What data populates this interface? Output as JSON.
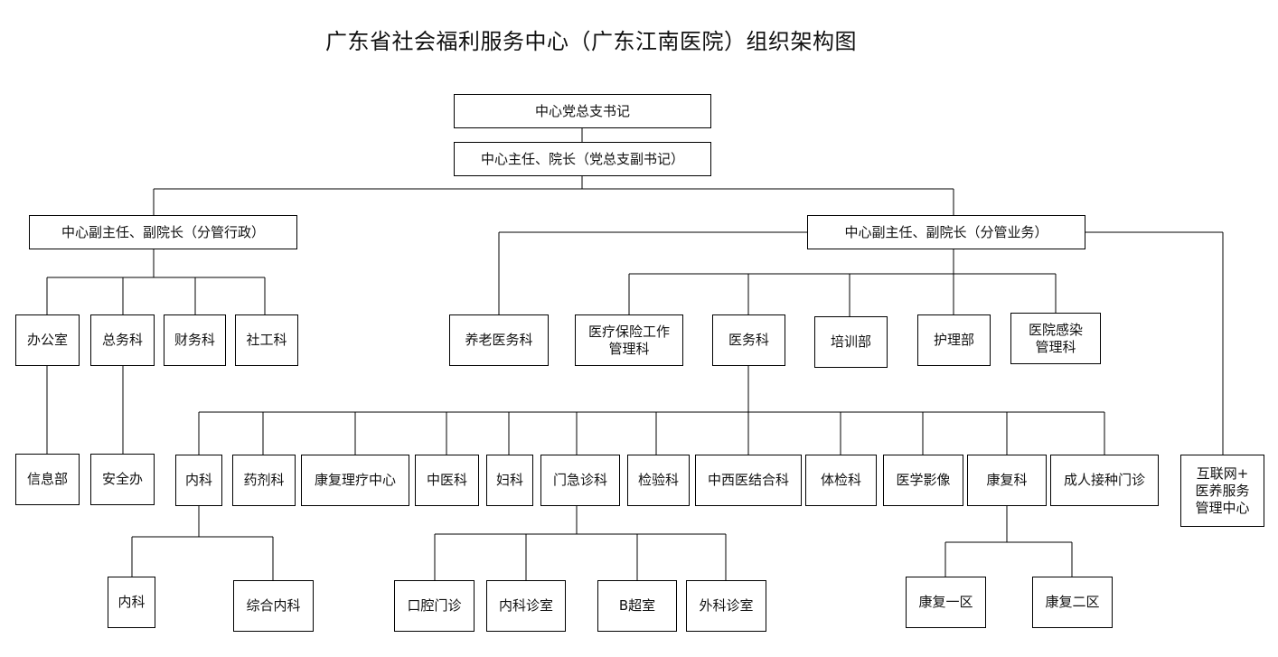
{
  "title": "广东省社会福利服务中心（广东江南医院）组织架构图",
  "nodes": {
    "party_secretary": "中心党总支书记",
    "director": "中心主任、院长（党总支副书记）",
    "deputy_admin": "中心副主任、副院长（分管行政）",
    "deputy_business": "中心副主任、副院长（分管业务）",
    "office": "办公室",
    "general_affairs": "总务科",
    "finance": "财务科",
    "social_work": "社工科",
    "info_dept": "信息部",
    "security_office": "安全办",
    "elderly_medical": "养老医务科",
    "insurance": "医疗保险工作\n管理科",
    "medical_affairs": "医务科",
    "training": "培训部",
    "nursing": "护理部",
    "infection": "医院感染\n管理科",
    "internet_center": "互联网+\n医养服务\n管理中心",
    "internal_medicine": "内科",
    "pharmacy": "药剂科",
    "rehab_therapy": "康复理疗中心",
    "tcm": "中医科",
    "gynecology": "妇科",
    "outpatient": "门急诊科",
    "lab": "检验科",
    "integrated_med": "中西医结合科",
    "physical_exam": "体检科",
    "imaging": "医学影像",
    "rehab": "康复科",
    "vaccination": "成人接种门诊",
    "im_sub": "内科",
    "general_im": "综合内科",
    "dental": "口腔门诊",
    "im_clinic": "内科诊室",
    "ultrasound": "B超室",
    "surgery_clinic": "外科诊室",
    "rehab_1": "康复一区",
    "rehab_2": "康复二区"
  }
}
